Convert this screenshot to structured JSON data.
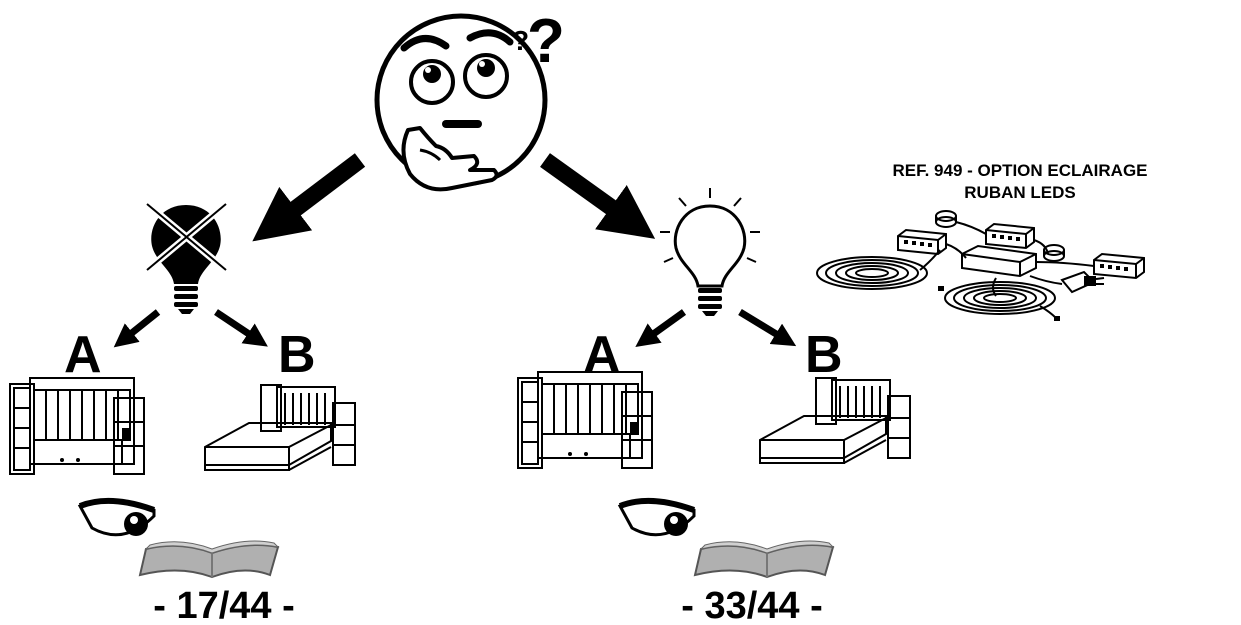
{
  "thinker": {
    "question_marks": [
      "?",
      "?"
    ]
  },
  "left_branch": {
    "option_a_label": "A",
    "option_b_label": "B",
    "page_ref": "- 17/44 -"
  },
  "right_branch": {
    "option_a_label": "A",
    "option_b_label": "B",
    "page_ref": "- 33/44 -"
  },
  "led_option": {
    "ref_line1": "REF. 949 - OPTION ECLAIRAGE",
    "ref_line2": "RUBAN LEDS"
  }
}
